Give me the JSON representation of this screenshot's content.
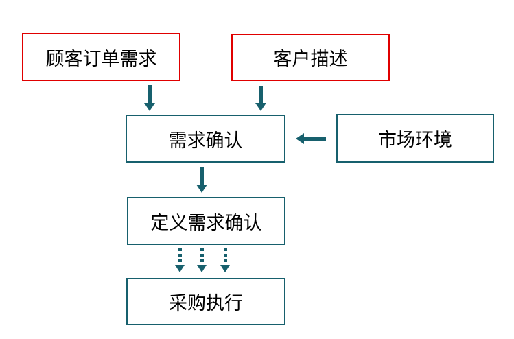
{
  "diagram": {
    "nodes": [
      {
        "id": "customer-order",
        "label": "顾客订单需求",
        "border": "red"
      },
      {
        "id": "customer-description",
        "label": "客户描述",
        "border": "red"
      },
      {
        "id": "demand-confirmation",
        "label": "需求确认",
        "border": "teal"
      },
      {
        "id": "market-environment",
        "label": "市场环境",
        "border": "teal"
      },
      {
        "id": "define-demand-confirmation",
        "label": "定义需求确认",
        "border": "teal"
      },
      {
        "id": "procurement-execution",
        "label": "采购执行",
        "border": "teal"
      }
    ],
    "edges": [
      {
        "from": "customer-order",
        "to": "demand-confirmation",
        "style": "solid",
        "direction": "down"
      },
      {
        "from": "customer-description",
        "to": "demand-confirmation",
        "style": "solid",
        "direction": "down"
      },
      {
        "from": "market-environment",
        "to": "demand-confirmation",
        "style": "solid",
        "direction": "left"
      },
      {
        "from": "demand-confirmation",
        "to": "define-demand-confirmation",
        "style": "solid",
        "direction": "down"
      },
      {
        "from": "define-demand-confirmation",
        "to": "procurement-execution",
        "style": "dotted",
        "direction": "down",
        "count": 3
      }
    ]
  },
  "colors": {
    "red_border": "#e00000",
    "teal": "#17606d",
    "background": "#ffffff",
    "text": "#000000"
  }
}
